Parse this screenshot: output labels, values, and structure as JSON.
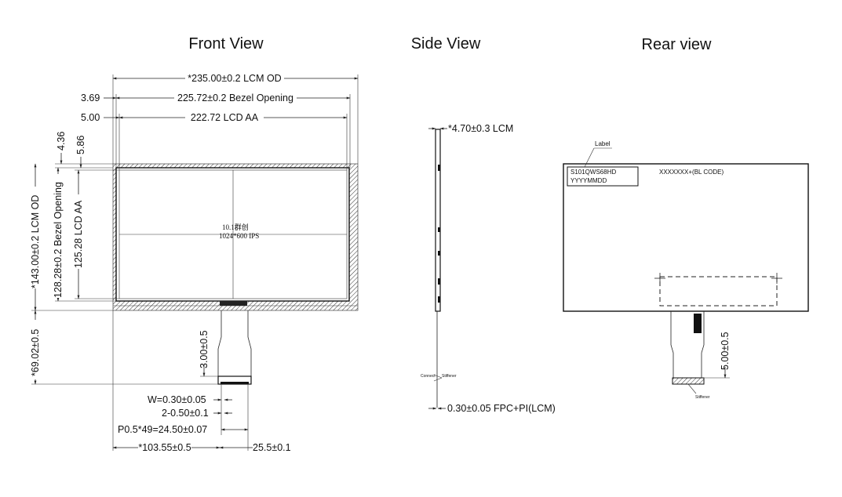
{
  "views": {
    "front": "Front View",
    "side": "Side View",
    "rear": "Rear view"
  },
  "front": {
    "lcm_od_width": "*235.00±0.2 LCM OD",
    "bezel_opening_width": "225.72±0.2 Bezel Opening",
    "lcd_aa_width": "222.72 LCD AA",
    "offset_bezel_left": "3.69",
    "offset_aa_left": "5.00",
    "offset_bezel_top": "4.36",
    "offset_aa_top": "5.86",
    "lcm_od_height": "*143.00±0.2 LCM OD",
    "bezel_opening_height": "128.28±0.2 Bezel Opening",
    "lcd_aa_height": "125.28 LCD AA",
    "panel_line1": "10.1群创",
    "panel_line2": "1024*600 IPS",
    "fpc_total_length": "*69.02±0.5",
    "fpc_stiffener_length": "3.00±0.5",
    "pin_width": "W=0.30±0.05",
    "pin_edge": "2-0.50±0.1",
    "pin_pitch": "P0.5*49=24.50±0.07",
    "fpc_offset": "*103.55±0.5",
    "fpc_width": "25.5±0.1"
  },
  "side": {
    "thickness": "*4.70±0.3 LCM",
    "fpc_thickness": "0.30±0.05 FPC+PI(LCM)",
    "connector_label": "Connect",
    "stiffener_label": "Stiffener"
  },
  "rear": {
    "label_callout": "Label",
    "label_line1": "S101QWS68HD",
    "label_line2": "YYYYMMDD",
    "bl_code": "XXXXXXX+(BL CODE)",
    "fpc_dim": "5.00±0.5",
    "stiffener_label": "Stiffener"
  }
}
